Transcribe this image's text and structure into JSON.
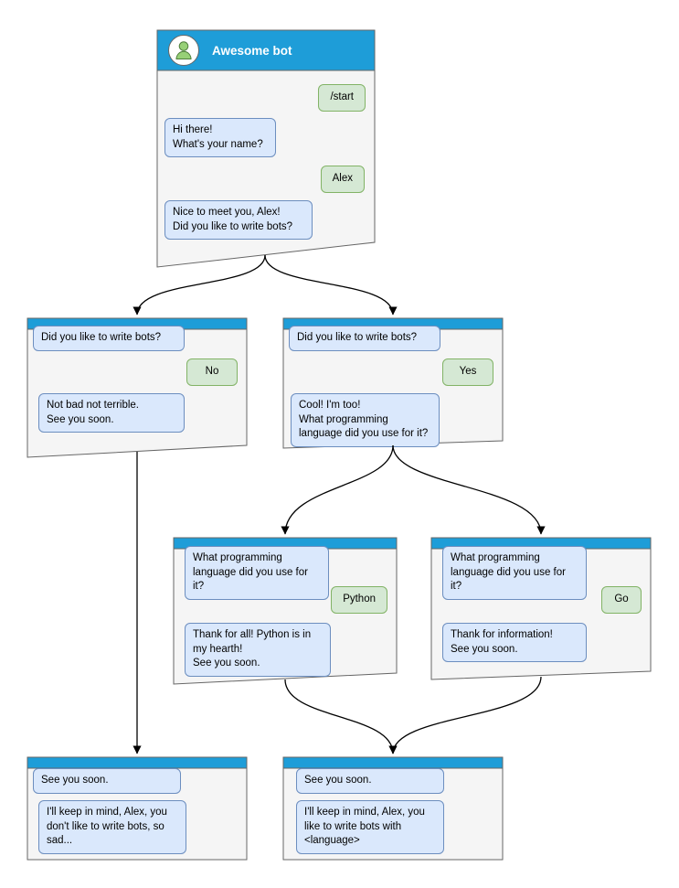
{
  "colors": {
    "header-blue": "#1e9dd8",
    "window-bg": "#f5f5f5",
    "window-border": "#666666",
    "bot-bubble-bg": "#dae8fc",
    "bot-bubble-border": "#6c8ebf",
    "user-bubble-bg": "#d5e8d4",
    "user-bubble-border": "#82b366",
    "avatar-green": "#97d077",
    "arrow-color": "#000000"
  },
  "windows": {
    "main": {
      "title": "Awesome bot",
      "bubbles": [
        {
          "sender": "user",
          "text": "/start"
        },
        {
          "sender": "bot",
          "text": "Hi there!\nWhat's your name?"
        },
        {
          "sender": "user",
          "text": "Alex"
        },
        {
          "sender": "bot",
          "text": "Nice to meet you, Alex!\nDid you like to write bots?"
        }
      ]
    },
    "no_branch": {
      "bubbles": [
        {
          "sender": "bot",
          "text": "Did you like to write bots?"
        },
        {
          "sender": "user",
          "text": "No"
        },
        {
          "sender": "bot",
          "text": "Not bad not terrible.\nSee you soon."
        }
      ]
    },
    "yes_branch": {
      "bubbles": [
        {
          "sender": "bot",
          "text": "Did you like to write bots?"
        },
        {
          "sender": "user",
          "text": "Yes"
        },
        {
          "sender": "bot",
          "text": "Cool! I'm too!\nWhat programming\nlanguage did you use for it?"
        }
      ]
    },
    "python_branch": {
      "bubbles": [
        {
          "sender": "bot",
          "text": "What programming\nlanguage did you use for it?"
        },
        {
          "sender": "user",
          "text": "Python"
        },
        {
          "sender": "bot",
          "text": "Thank for all! Python is in\nmy hearth!\nSee you soon."
        }
      ]
    },
    "go_branch": {
      "bubbles": [
        {
          "sender": "bot",
          "text": "What programming\nlanguage did you use for it?"
        },
        {
          "sender": "user",
          "text": "Go"
        },
        {
          "sender": "bot",
          "text": "Thank for information!\nSee you soon."
        }
      ]
    },
    "end_no": {
      "bubbles": [
        {
          "sender": "bot",
          "text": "See you soon."
        },
        {
          "sender": "bot",
          "text": "I'll keep in mind, Alex, you\ndon't like to write bots, so\nsad..."
        }
      ]
    },
    "end_yes": {
      "bubbles": [
        {
          "sender": "bot",
          "text": "See you soon."
        },
        {
          "sender": "bot",
          "text": "I'll keep in mind, Alex, you\nlike to write bots with\n<language>"
        }
      ]
    }
  }
}
